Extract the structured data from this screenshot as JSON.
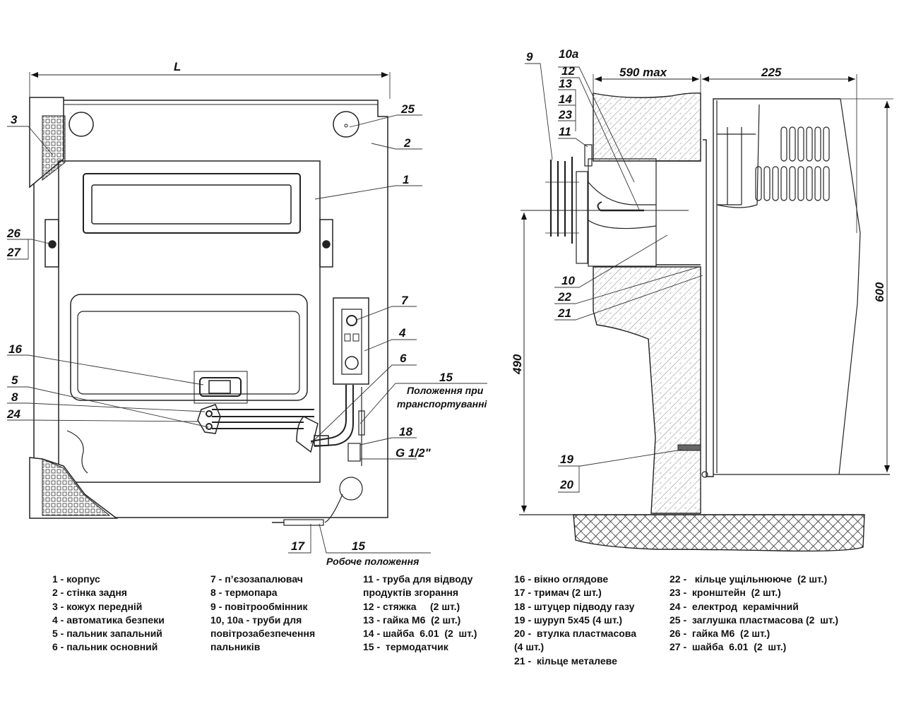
{
  "diagram": {
    "title": "Gas convector installation diagram",
    "front_view": {
      "dimension_width": "L",
      "callouts": {
        "c1": "1",
        "c2": "2",
        "c3": "3",
        "c4": "4",
        "c5": "5",
        "c6": "6",
        "c7": "7",
        "c8": "8",
        "c15a": "15",
        "c15b": "15",
        "c16": "16",
        "c17": "17",
        "c18": "18",
        "c24": "24",
        "c25": "25",
        "c26": "26",
        "c27": "27"
      },
      "thread_label": "G 1/2\"",
      "transport_position_line1": "Положення при",
      "transport_position_line2": "транспортуванні",
      "working_position": "Робоче положення"
    },
    "side_view": {
      "dimension_wall": "590 max",
      "dimension_depth": "225",
      "dimension_height": "600",
      "dimension_axis_height": "490",
      "callouts": {
        "c9": "9",
        "c10a": "10a",
        "c12": "12",
        "c13": "13",
        "c14": "14",
        "c23": "23",
        "c11": "11",
        "c10": "10",
        "c22": "22",
        "c21": "21",
        "c19": "19",
        "c20": "20"
      }
    }
  },
  "legend": {
    "col1": [
      "1 - корпус",
      "2 - стінка задня",
      "3 - кожух передній",
      "4 - автоматика безпеки",
      "5 - пальник запальний",
      "6 - пальник основний"
    ],
    "col2": [
      "7 - п’єзозапалювач",
      "8 - термопара",
      "9 - повітрообмінник",
      "10, 10а - труби для",
      "повітрозабезпечення",
      "пальників"
    ],
    "col3": [
      "11 - труба для відводу",
      "продуктів згорання",
      "12 - стяжка     (2 шт.)",
      "13 - гайка М6  (2 шт.)",
      "14 - шайба  6.01  (2  шт.)",
      "15 -  термодатчик"
    ],
    "col4": [
      "16 - вікно оглядове",
      "17 - тримач (2 шт.)",
      "18 - штуцер підводу газу",
      "19 - шуруп 5х45 (4 шт.)",
      "20 -  втулка пластмасова",
      "(4 шт.)",
      "21 -  кільце металеве"
    ],
    "col5": [
      "22 -   кільце ущільнююче  (2 шт.)",
      "23 -  кронштейн  (2 шт.)",
      "24 -  електрод  керамічний",
      "25 -  заглушка пластмасова (2  шт.)",
      "26 -  гайка М6  (2 шт.)",
      "27 -  шайба  6.01  (2  шт.)"
    ]
  },
  "colors": {
    "line": "#222222",
    "hatch": "#555555",
    "background": "#ffffff"
  }
}
